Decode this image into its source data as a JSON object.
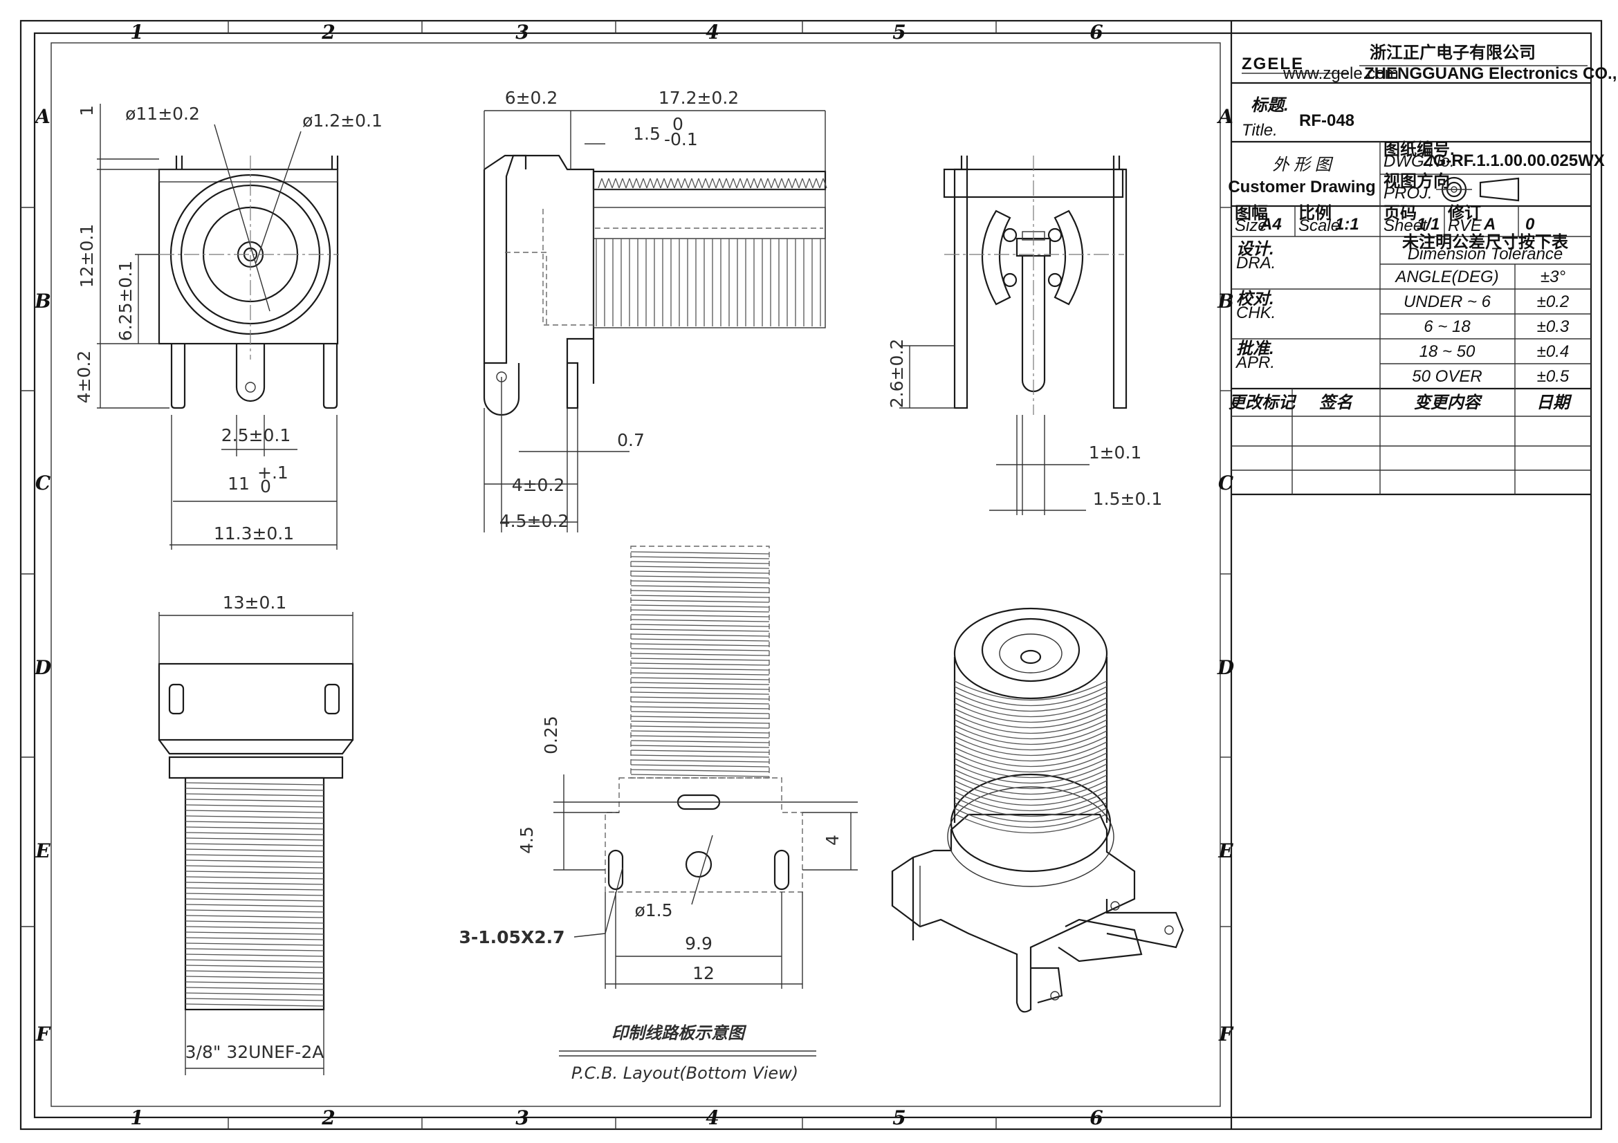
{
  "zones": {
    "columns": [
      "1",
      "2",
      "3",
      "4",
      "5",
      "6"
    ],
    "rows": [
      "A",
      "B",
      "C",
      "D",
      "E",
      "F"
    ]
  },
  "title_block": {
    "logo_text": "ZGELE",
    "logo_sub": "www.zgele.com",
    "company_cn": "浙江正广电子有限公司",
    "company_en": "ZHENGGUANG Electronics CO., LTD.",
    "title_label_cn": "标题.",
    "title_label_en": "Title.",
    "title_value": "RF-048",
    "drawing_type_cn": "外 形 图",
    "drawing_type_en": "Customer Drawing",
    "dwg_no_label_cn": "图纸编号.",
    "dwg_no_label_en": "DWG No.",
    "dwg_no_value": "ZG-RF.1.1.00.00.025WX",
    "proj_label_cn": "视图方向",
    "proj_label_en": "PROJ.",
    "size_label_cn": "图幅",
    "size_label_en": "Size",
    "size_value": "A4",
    "scale_label_cn": "比例",
    "scale_label_en": "Scale",
    "scale_value": "1:1",
    "sheet_label_cn": "页码",
    "sheet_label_en": "Sheet",
    "sheet_value": "1/1",
    "rve_label_cn": "修订",
    "rve_label_en": "RVE",
    "rve_value": "A",
    "rve_value2": "0",
    "tolerance_cn": "未注明公差尺寸按下表",
    "tolerance_en": "Dimension Tolerance",
    "tolerances": [
      {
        "range": "ANGLE(DEG)",
        "value": "±3°"
      },
      {
        "range": "UNDER ~ 6",
        "value": "±0.2"
      },
      {
        "range": "6 ~ 18",
        "value": "±0.3"
      },
      {
        "range": "18 ~ 50",
        "value": "±0.4"
      },
      {
        "range": "50 OVER",
        "value": "±0.5"
      }
    ],
    "signoffs": [
      {
        "cn": "设计.",
        "en": "DRA."
      },
      {
        "cn": "校对.",
        "en": "CHK."
      },
      {
        "cn": "批准.",
        "en": "APR."
      }
    ],
    "revision_headers": [
      "更改标记",
      "签名",
      "变更内容",
      "日期"
    ]
  },
  "dimensions": {
    "front": [
      "ø11±0.2",
      "ø1.2±0.1",
      "12±0.1",
      "6.25±0.1",
      "4±0.2",
      "2.5±0.1",
      "11",
      "+.1",
      "0",
      "11.3±0.1",
      "1"
    ],
    "side": [
      "6±0.2",
      "17.2±0.2",
      "1.5",
      "0",
      "-0.1",
      "0.7",
      "4±0.2",
      "4.5±0.2"
    ],
    "rear": [
      "2.6±0.2",
      "1±0.1",
      "1.5±0.1"
    ],
    "bottom": [
      "13±0.1",
      "3/8\" 32UNEF-2A"
    ],
    "pcb": [
      "0.25",
      "4.5",
      "4",
      "ø1.5",
      "3-1.05X2.7",
      "9.9",
      "12"
    ]
  },
  "pcb_caption_cn": "印制线路板示意图",
  "pcb_caption_en": "P.C.B. Layout(Bottom View)"
}
